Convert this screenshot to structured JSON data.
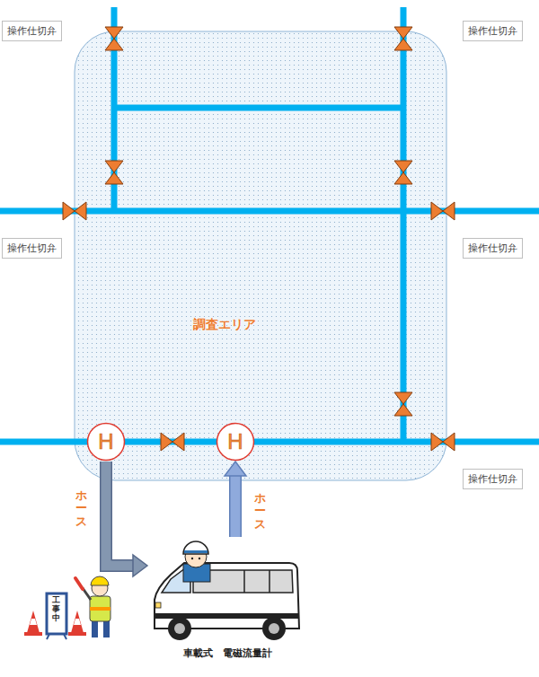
{
  "diagram": {
    "nodes": [
      {
        "text": [
          "操作仕切弁"
        ]
      },
      {
        "text": [
          "操作仕切弁"
        ]
      },
      {
        "text": [
          "調査エリア"
        ]
      },
      {
        "text": [
          "操作仕切弁"
        ]
      },
      {
        "text": [
          "操作仕切弁"
        ]
      },
      {
        "text": [
          "H"
        ],
        "in": 2
      },
      {
        "text": [
          "H"
        ],
        "in": 2
      },
      {
        "text": [
          "操作仕切弁"
        ]
      },
      {
        "text": [
          "車載式　電磁流量計"
        ]
      }
    ],
    "edges": [
      {
        "from": 5,
        "to": 8,
        "arrow": "to",
        "label": "ホース"
      },
      {
        "from": 8,
        "to": 6,
        "arrow": "to",
        "label": "ホース"
      }
    ],
    "labels": [
      "工事中"
    ]
  }
}
